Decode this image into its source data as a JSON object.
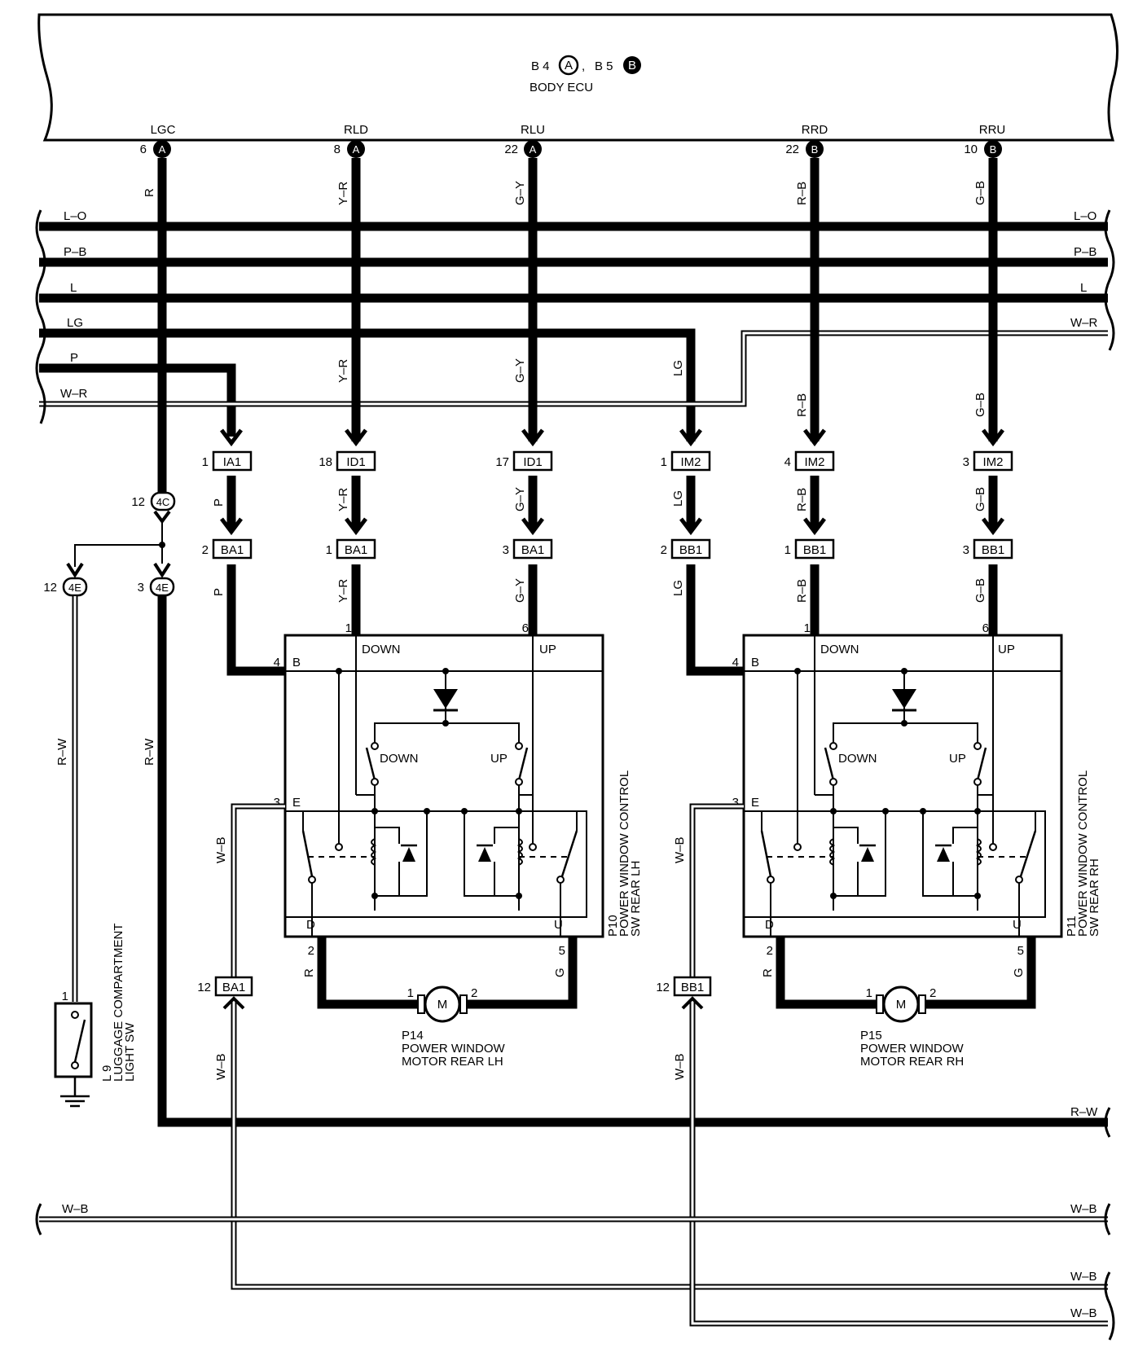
{
  "ecu": {
    "refs": {
      "a_prefix": "B 4",
      "a_letter": "A",
      "sep": ",",
      "b_prefix": "B 5",
      "b_letter": "B"
    },
    "name": "BODY ECU",
    "terminals": [
      {
        "name": "LGC",
        "pin": "6",
        "conn": "A",
        "wire": "R"
      },
      {
        "name": "RLD",
        "pin": "8",
        "conn": "A",
        "wire": "Y–R"
      },
      {
        "name": "RLU",
        "pin": "22",
        "conn": "A",
        "wire": "G–Y"
      },
      {
        "name": "RRD",
        "pin": "22",
        "conn": "B",
        "wire": "R–B"
      },
      {
        "name": "RRU",
        "pin": "10",
        "conn": "B",
        "wire": "G–B"
      }
    ]
  },
  "bus_left": [
    "L–O",
    "P–B",
    "L",
    "LG",
    "P",
    "W–R"
  ],
  "bus_right": [
    "L–O",
    "P–B",
    "L",
    "W–R"
  ],
  "mid_wires": {
    "lg": "LG",
    "p1": "P",
    "yr1": "Y–R",
    "gy1": "G–Y",
    "rb1": "R–B",
    "gb1": "G–B",
    "p2": "P",
    "yr2": "Y–R",
    "gy2": "G–Y",
    "lg2": "LG",
    "rb2": "R–B",
    "gb2": "G–B",
    "p3": "P",
    "yr3": "Y–R",
    "gy3": "G–Y",
    "lg3": "LG",
    "rb3": "R–B",
    "gb3": "G–B"
  },
  "connectors_row1": [
    {
      "pin": "1",
      "id": "IA1"
    },
    {
      "pin": "18",
      "id": "ID1"
    },
    {
      "pin": "17",
      "id": "ID1"
    },
    {
      "pin": "1",
      "id": "IM2"
    },
    {
      "pin": "4",
      "id": "IM2"
    },
    {
      "pin": "3",
      "id": "IM2"
    }
  ],
  "connectors_row2": [
    {
      "pin": "2",
      "id": "BA1"
    },
    {
      "pin": "1",
      "id": "BA1"
    },
    {
      "pin": "3",
      "id": "BA1"
    },
    {
      "pin": "2",
      "id": "BB1"
    },
    {
      "pin": "1",
      "id": "BB1"
    },
    {
      "pin": "3",
      "id": "BB1"
    }
  ],
  "junctions": {
    "j4c": {
      "pin": "12",
      "id": "4C"
    },
    "j4e_left": {
      "pin": "12",
      "id": "4E"
    },
    "j4e_right": {
      "pin": "3",
      "id": "4E"
    }
  },
  "left_wires": {
    "rw1": "R–W",
    "rw2": "R–W"
  },
  "luggage_sw": {
    "pin": "1",
    "code": "L 9",
    "line1": "LUGGAGE COMPARTMENT",
    "line2": "LIGHT SW"
  },
  "switch_lh": {
    "pin_down": "1",
    "pin_up": "6",
    "pin_b": "4",
    "pin_e": "3",
    "pin_d": "2",
    "pin_u": "5",
    "term_b": "B",
    "term_e": "E",
    "term_d": "D",
    "term_u": "U",
    "label_down_top": "DOWN",
    "label_up_top": "UP",
    "label_down_sw": "DOWN",
    "label_up_sw": "UP",
    "code": "P10",
    "line1": "POWER WINDOW CONTROL",
    "line2": "SW REAR LH",
    "wire_e": "W–B",
    "wire_d": "R",
    "wire_u": "G"
  },
  "switch_rh": {
    "pin_down": "1",
    "pin_up": "6",
    "pin_b": "4",
    "pin_e": "3",
    "pin_d": "2",
    "pin_u": "5",
    "term_b": "B",
    "term_e": "E",
    "term_d": "D",
    "term_u": "U",
    "label_down_top": "DOWN",
    "label_up_top": "UP",
    "label_down_sw": "DOWN",
    "label_up_sw": "UP",
    "code": "P11",
    "line1": "POWER WINDOW CONTROL",
    "line2": "SW REAR RH",
    "wire_e": "W–B",
    "wire_d": "R",
    "wire_u": "G"
  },
  "motor_lh": {
    "pin1": "1",
    "pin2": "2",
    "symbol": "M",
    "code": "P14",
    "line1": "POWER WINDOW",
    "line2": "MOTOR REAR LH"
  },
  "motor_rh": {
    "pin1": "1",
    "pin2": "2",
    "symbol": "M",
    "code": "P15",
    "line1": "POWER WINDOW",
    "line2": "MOTOR REAR RH"
  },
  "ground_conn": {
    "ba1": {
      "pin": "12",
      "id": "BA1",
      "wire": "W–B"
    },
    "bb1": {
      "pin": "12",
      "id": "BB1",
      "wire": "W–B"
    }
  },
  "bottom_wires": {
    "rw": "R–W",
    "wb_left": "W–B",
    "wb_right1": "W–B",
    "wb_right2": "W–B",
    "wb_right3": "W–B"
  }
}
